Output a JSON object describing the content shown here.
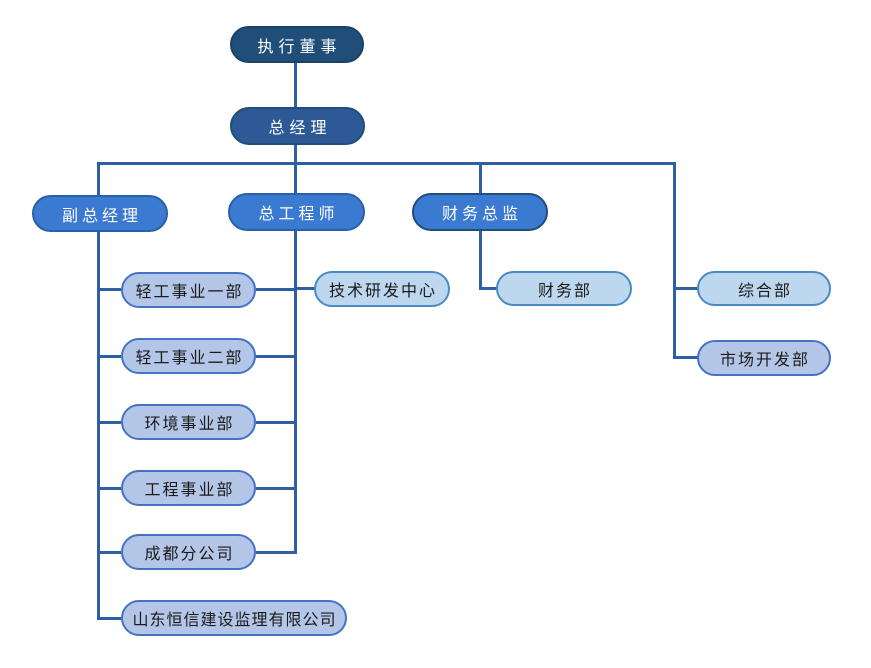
{
  "figure": {
    "type": "org-chart",
    "background": "#FFFFFF",
    "connector_color": "#2E5FA3",
    "palette": {
      "dark_navy_fill": "#1F4E79",
      "navy_fill": "#2D5A96",
      "bright_blue_fill": "#3B7AD1",
      "bright_blue_border": "#2B5FA9",
      "dark_border": "#1F4E79",
      "lavender_fill": "#B4C6E7",
      "lavender_border": "#4472C4",
      "light_blue_fill": "#BDD7EE",
      "light_blue_border": "#4A8AC4",
      "text_on_dark": "#FFFFFF",
      "text_on_light": "#1A1A1A"
    },
    "nodes": [
      {
        "id": "executive-director",
        "label": "执行董事",
        "level": 1
      },
      {
        "id": "general-manager",
        "label": "总经理",
        "level": 2
      },
      {
        "id": "deputy-general-manager",
        "label": "副总经理",
        "level": 3
      },
      {
        "id": "chief-engineer",
        "label": "总工程师",
        "level": 3
      },
      {
        "id": "finance-director",
        "label": "财务总监",
        "level": 3
      },
      {
        "id": "light-industry-division-1",
        "label": "轻工事业一部",
        "level": 4
      },
      {
        "id": "light-industry-division-2",
        "label": "轻工事业二部",
        "level": 4
      },
      {
        "id": "environment-division",
        "label": "环境事业部",
        "level": 4
      },
      {
        "id": "engineering-division",
        "label": "工程事业部",
        "level": 4
      },
      {
        "id": "chengdu-branch",
        "label": "成都分公司",
        "level": 4
      },
      {
        "id": "shandong-hengxin-company",
        "label": "山东恒信建设监理有限公司",
        "level": 4
      },
      {
        "id": "tech-rd-center",
        "label": "技术研发中心",
        "level": 4
      },
      {
        "id": "finance-department",
        "label": "财务部",
        "level": 4
      },
      {
        "id": "general-affairs-department",
        "label": "综合部",
        "level": 4
      },
      {
        "id": "market-development-department",
        "label": "市场开发部",
        "level": 4
      }
    ],
    "structure": {
      "执行董事": [
        "总经理"
      ],
      "总经理": [
        "副总经理",
        "总工程师",
        "财务总监",
        "综合部",
        "市场开发部"
      ],
      "副总经理": [
        "轻工事业一部",
        "轻工事业二部",
        "环境事业部",
        "工程事业部",
        "成都分公司",
        "山东恒信建设监理有限公司"
      ],
      "总工程师": [
        "技术研发中心",
        "轻工事业一部",
        "轻工事业二部",
        "环境事业部",
        "工程事业部",
        "成都分公司"
      ],
      "财务总监": [
        "财务部"
      ]
    }
  }
}
